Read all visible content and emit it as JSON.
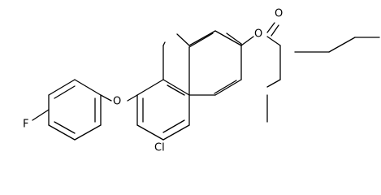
{
  "molecule": {
    "atoms": {
      "carbonyl_oxygen": "O",
      "ring_oxygen": "O",
      "ether_oxygen": "O",
      "chlorine": "Cl",
      "fluorine": "F"
    }
  },
  "colors": {
    "bond": "#000000",
    "text": "#000000",
    "background": "#ffffff"
  }
}
